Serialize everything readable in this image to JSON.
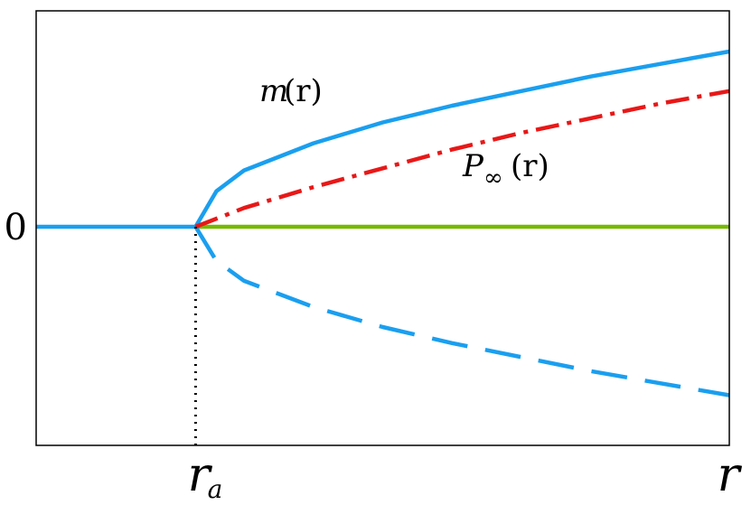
{
  "chart_data": {
    "type": "line",
    "title": "",
    "ylabel": "",
    "y_tick_label": "0",
    "x_tick_labels": {
      "ra_main": "r",
      "ra_sub": "a",
      "r": "r"
    },
    "xlim": [
      0,
      1
    ],
    "ylim": [
      -1,
      1
    ],
    "r_a": 0.23,
    "grid": false,
    "series": [
      {
        "label_main": "m",
        "label_rest": "(r)",
        "color": "#1a9fef",
        "style": "solid",
        "x": [
          0.23,
          0.26,
          0.3,
          0.4,
          0.5,
          0.6,
          0.7,
          0.8,
          0.9,
          1.0
        ],
        "y": [
          0.0,
          0.17,
          0.27,
          0.4,
          0.5,
          0.58,
          0.65,
          0.72,
          0.78,
          0.84
        ]
      },
      {
        "label_main": "P",
        "label_sub": "∞",
        "label_rest": "(r)",
        "color": "#e81818",
        "style": "dashdot",
        "x": [
          0.23,
          0.3,
          0.4,
          0.5,
          0.6,
          0.7,
          0.8,
          0.9,
          1.0
        ],
        "y": [
          0.0,
          0.09,
          0.19,
          0.28,
          0.37,
          0.45,
          0.52,
          0.59,
          0.65
        ]
      },
      {
        "color": "#1a9fef",
        "style": "dashed",
        "x": [
          0.23,
          0.26,
          0.3,
          0.4,
          0.5,
          0.6,
          0.7,
          0.8,
          0.9,
          1.0
        ],
        "y": [
          0.0,
          -0.17,
          -0.27,
          -0.4,
          -0.5,
          -0.58,
          -0.65,
          -0.72,
          -0.78,
          -0.84
        ]
      },
      {
        "color": "#1a9fef",
        "style": "solid",
        "x": [
          0.0,
          0.23
        ],
        "y": [
          0.0,
          0.0
        ]
      },
      {
        "color": "#76b900",
        "style": "solid",
        "x": [
          0.23,
          1.0
        ],
        "y": [
          0.0,
          0.0
        ]
      }
    ],
    "marker_line": {
      "x": 0.23,
      "y_from": 0.0,
      "y_to": -1.0,
      "color": "#000000",
      "style": "dotted"
    }
  }
}
